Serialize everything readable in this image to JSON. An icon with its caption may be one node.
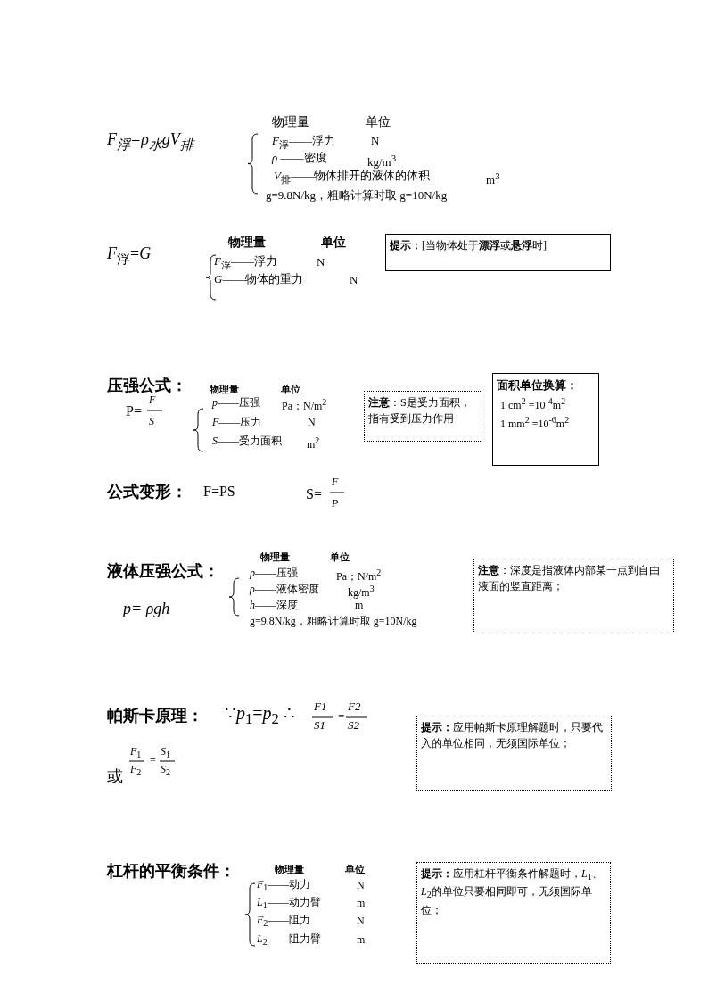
{
  "diagram": {
    "nodes": [
      {
        "text": [
          "**提示：**[当物体处于**漂浮**或**悬浮**时]"
        ]
      },
      {
        "text": [
          "**注意**：S是受力面积，指有受到压力作用"
        ]
      },
      {
        "text": [
          "面积单位换算：",
          "1 cm$^{2}$ =10$^{-4}$m$^{2}$",
          "1 mm$^{2}$ =10$^{-6}$m$^{2}$"
        ]
      },
      {
        "text": [
          "**注意**：深度是指液体内部某一点到自由液面的竖直距离；"
        ]
      },
      {
        "text": [
          "**提示：**应用帕斯卡原理解题时，只要代入的单位相同，无须国际单位；"
        ]
      },
      {
        "text": [
          "**提示：**应用杠杆平衡条件解题时，*L*$_{1}$、*L*$_{2}$的单位只要相同即可，无须国际单位；"
        ]
      }
    ],
    "labels": [
      "*F*$_{浮}$=*ρ*$_{水}$*gV*$_{排}$",
      "物理量",
      "单位",
      "*F*$_{浮}$——浮力",
      "N",
      "*ρ* ——密度",
      "kg/m$^{3}$",
      "*V*$_{排}$——物体排开的液体的体积",
      "m$^{3}$",
      "g=9.8N/kg，粗略计算时取 g=10N/kg",
      "*F*$_{浮}$=*G*",
      "物理量",
      "单位",
      "*F*$_{浮}$——浮力",
      "N",
      "*G*——物体的重力",
      "N",
      "压强公式：",
      "物理量",
      "单位",
      "P=",
      "F",
      "S",
      "*p*——压强",
      "Pa；N/m$^{2}$",
      "*F*——压力",
      "N",
      "*S*——受力面积",
      "m$^{2}$",
      "公式变形：",
      "F=PS",
      "S=",
      "F",
      "P",
      "液体压强公式：",
      "物理量",
      "单位",
      "*p*——压强",
      "Pa；N/m$^{2}$",
      "*ρ*——液体密度",
      "kg/m$^{3}$",
      "*h*——深度",
      "m",
      "g=9.8N/kg，粗略计算时取 g=10N/kg",
      "p= ρgh",
      "帕斯卡原理：",
      "∵*p*$_{1}$=*p*$_{2}$ ∴",
      "F1",
      "S1",
      "=",
      "F2",
      "S2",
      "或",
      "*F*$_{1}$",
      "*F*$_{2}$",
      "=",
      "*S*$_{1}$",
      "*S*$_{2}$",
      "杠杆的平衡条件：",
      "物理量",
      "单位",
      "*F*$_{1}$——动力",
      "N",
      "*L*$_{1}$——动力臂",
      "m",
      "*F*$_{2}$——阻力",
      "N",
      "*L*$_{2}$——阻力臂",
      "m"
    ]
  }
}
